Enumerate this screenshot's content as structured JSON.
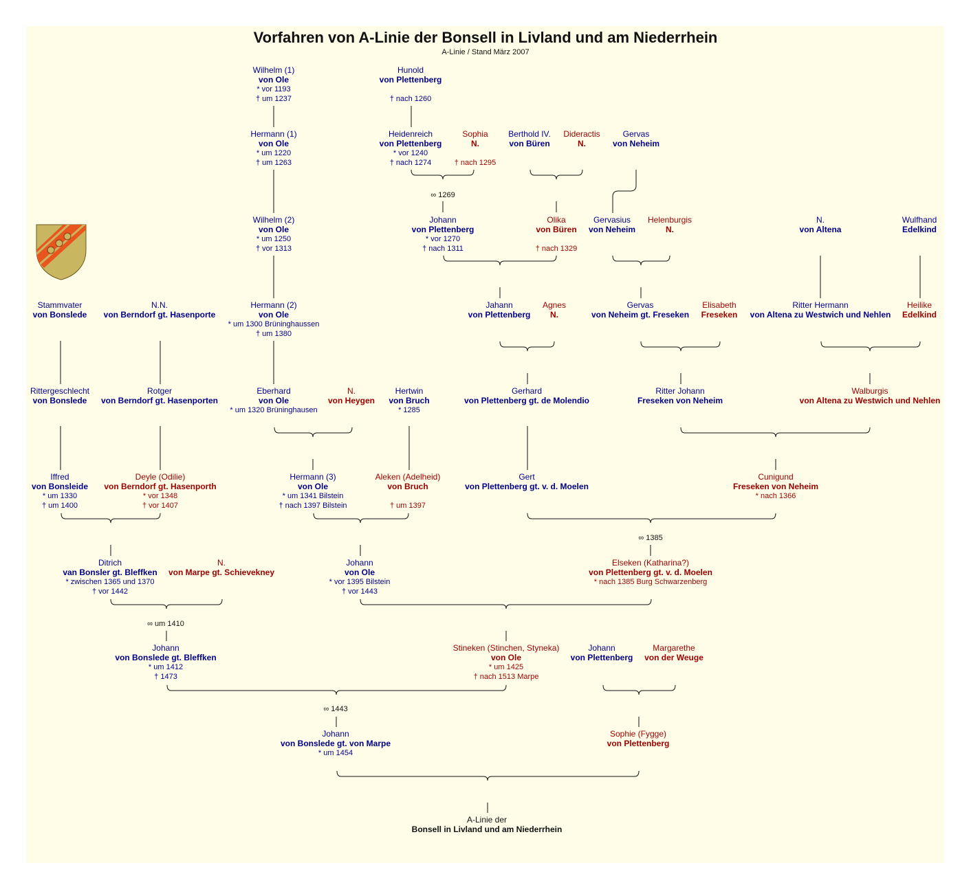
{
  "title": "Vorfahren von A-Linie der Bonsell in Livland und am Niederrhein",
  "subtitle": "A-Linie / Stand März 2007",
  "colors": {
    "male": "#00008b",
    "female": "#9b0000",
    "background": "#fffde7",
    "line": "#111111"
  },
  "persons": [
    {
      "id": "wilhelm1",
      "sex": "m",
      "name": "Wilhelm (1)",
      "family": "von Ole",
      "dates": [
        "* vor 1193",
        "† um 1237"
      ]
    },
    {
      "id": "hunold",
      "sex": "m",
      "name": "Hunold",
      "family": "von Plettenberg",
      "dates": [
        "",
        "† nach 1260"
      ]
    },
    {
      "id": "hermann1",
      "sex": "m",
      "name": "Hermann (1)",
      "family": "von Ole",
      "dates": [
        "* um 1220",
        "† um 1263"
      ]
    },
    {
      "id": "heidenreich",
      "sex": "m",
      "name": "Heidenreich",
      "family": "von Plettenberg",
      "dates": [
        "* vor 1240",
        "† nach 1274"
      ]
    },
    {
      "id": "sophia",
      "sex": "f",
      "name": "Sophia",
      "family": "N.",
      "dates": [
        "",
        "† nach 1295"
      ]
    },
    {
      "id": "berthold",
      "sex": "m",
      "name": "Berthold IV.",
      "family": "von Büren",
      "dates": []
    },
    {
      "id": "dideractis",
      "sex": "f",
      "name": "Dideractis",
      "family": "N.",
      "dates": []
    },
    {
      "id": "gervas1",
      "sex": "m",
      "name": "Gervas",
      "family": "von Neheim",
      "dates": []
    },
    {
      "id": "wilhelm2",
      "sex": "m",
      "name": "Wilhelm (2)",
      "family": "von Ole",
      "dates": [
        "* um 1250",
        "† vor 1313"
      ]
    },
    {
      "id": "johann_pl1",
      "sex": "m",
      "name": "Johann",
      "family": "von Plettenberg",
      "dates": [
        "* vor 1270",
        "† nach 1311"
      ]
    },
    {
      "id": "olika",
      "sex": "f",
      "name": "Olika",
      "family": "von Büren",
      "dates": [
        "",
        "† nach 1329"
      ]
    },
    {
      "id": "gervasius",
      "sex": "m",
      "name": "Gervasius",
      "family": "von Neheim",
      "dates": []
    },
    {
      "id": "helenburgis",
      "sex": "f",
      "name": "Helenburgis",
      "family": "N.",
      "dates": []
    },
    {
      "id": "n_altena",
      "sex": "m",
      "name": "N.",
      "family": "von Altena",
      "dates": []
    },
    {
      "id": "wulfhand",
      "sex": "m",
      "name": "Wulfhand",
      "family": "Edelkind",
      "dates": []
    },
    {
      "id": "stammvater",
      "sex": "m",
      "name": "Stammvater",
      "family": "von Bonslede",
      "dates": []
    },
    {
      "id": "nn_berndorf",
      "sex": "m",
      "name": "N.N.",
      "family": "von Berndorf gt. Hasenporte",
      "dates": []
    },
    {
      "id": "hermann2",
      "sex": "m",
      "name": "Hermann (2)",
      "family": "von Ole",
      "dates": [
        "* um 1300 Brüninghaussen",
        "† um 1380"
      ]
    },
    {
      "id": "jahann",
      "sex": "m",
      "name": "Jahann",
      "family": "von Plettenberg",
      "dates": []
    },
    {
      "id": "agnes",
      "sex": "f",
      "name": "Agnes",
      "family": "N.",
      "dates": []
    },
    {
      "id": "gervas2",
      "sex": "m",
      "name": "Gervas",
      "family": "von Neheim gt. Freseken",
      "dates": []
    },
    {
      "id": "elisabeth",
      "sex": "f",
      "name": "Elisabeth",
      "family": "Freseken",
      "dates": []
    },
    {
      "id": "ritter_hermann",
      "sex": "m",
      "name": "Ritter Hermann",
      "family": "von Altena zu Westwich und Nehlen",
      "dates": []
    },
    {
      "id": "heilike",
      "sex": "f",
      "name": "Heilike",
      "family": "Edelkind",
      "dates": []
    },
    {
      "id": "rittergeschlecht",
      "sex": "m",
      "name": "Rittergeschlecht",
      "family": "von Bonslede",
      "dates": []
    },
    {
      "id": "rotger",
      "sex": "m",
      "name": "Rotger",
      "family": "von Berndorf gt. Hasenporten",
      "dates": []
    },
    {
      "id": "eberhard",
      "sex": "m",
      "name": "Eberhard",
      "family": "von Ole",
      "dates": [
        "* um 1320 Brüninghausen"
      ]
    },
    {
      "id": "n_heygen",
      "sex": "f",
      "name": "N.",
      "family": "von Heygen",
      "dates": []
    },
    {
      "id": "hertwin",
      "sex": "m",
      "name": "Hertwin",
      "family": "von Bruch",
      "dates": [
        "* 1285"
      ]
    },
    {
      "id": "gerhard",
      "sex": "m",
      "name": "Gerhard",
      "family": "von Plettenberg gt. de Molendio",
      "dates": []
    },
    {
      "id": "ritter_johann",
      "sex": "m",
      "name": "Ritter Johann",
      "family": "Freseken von Neheim",
      "dates": []
    },
    {
      "id": "walburgis",
      "sex": "f",
      "name": "Walburgis",
      "family": "von Altena zu Westwich und Nehlen",
      "dates": []
    },
    {
      "id": "iffred",
      "sex": "m",
      "name": "Iffred",
      "family": "von Bonsleide",
      "dates": [
        "* um 1330",
        "† um 1400"
      ]
    },
    {
      "id": "deyle",
      "sex": "f",
      "name": "Deyle (Odilie)",
      "family": "von Berndorf gt. Hasenporth",
      "dates": [
        "* vor 1348",
        "† vor 1407"
      ]
    },
    {
      "id": "hermann3",
      "sex": "m",
      "name": "Hermann (3)",
      "family": "von Ole",
      "dates": [
        "* um 1341 Bilstein",
        "† nach 1397 Bilstein"
      ]
    },
    {
      "id": "aleken",
      "sex": "f",
      "name": "Aleken (Adelheid)",
      "family": "von Bruch",
      "dates": [
        "",
        "† um 1397"
      ]
    },
    {
      "id": "gert",
      "sex": "m",
      "name": "Gert",
      "family": "von Plettenberg gt. v. d. Moelen",
      "dates": []
    },
    {
      "id": "cunigund",
      "sex": "f",
      "name": "Cunigund",
      "family": "Freseken von Neheim",
      "dates": [
        "* nach 1366"
      ]
    },
    {
      "id": "ditrich",
      "sex": "m",
      "name": "Ditrich",
      "family": "van Bonsler gt. Bleffken",
      "dates": [
        "* zwischen 1365 und 1370",
        "† vor 1442"
      ]
    },
    {
      "id": "n_marpe",
      "sex": "f",
      "name": "N.",
      "family": "von Marpe gt. Schievekney",
      "dates": []
    },
    {
      "id": "johann_ole",
      "sex": "m",
      "name": "Johann",
      "family": "von Ole",
      "dates": [
        "* vor 1395 Bilstein",
        "† vor 1443"
      ]
    },
    {
      "id": "elseken",
      "sex": "f",
      "name": "Elseken (Katharina?)",
      "family": "von Plettenberg gt. v. d. Moelen",
      "dates": [
        "* nach 1385 Burg Schwarzenberg"
      ]
    },
    {
      "id": "johann_bleffken",
      "sex": "m",
      "name": "Johann",
      "family": "von Bonslede gt. Bleffken",
      "dates": [
        "* um 1412",
        "† 1473"
      ]
    },
    {
      "id": "stineken",
      "sex": "f",
      "name": "Stineken (Stinchen, Styneka)",
      "family": "von Ole",
      "dates": [
        "* um 1425",
        "† nach 1513 Marpe"
      ]
    },
    {
      "id": "johann_pl2",
      "sex": "m",
      "name": "Johann",
      "family": "von Plettenberg",
      "dates": []
    },
    {
      "id": "margarethe",
      "sex": "f",
      "name": "Margarethe",
      "family": "von der Weuge",
      "dates": []
    },
    {
      "id": "johann_marpe",
      "sex": "m",
      "name": "Johann",
      "family": "von Bonslede gt. von Marpe",
      "dates": [
        "* um 1454"
      ]
    },
    {
      "id": "sophie",
      "sex": "f",
      "name": "Sophie (Fygge)",
      "family": "von Plettenberg",
      "dates": []
    },
    {
      "id": "result",
      "sex": "k",
      "name": "A-Linie der",
      "family": "Bonsell in Livland und am Niederrhein",
      "dates": []
    }
  ],
  "marriages": [
    {
      "id": "mar1269",
      "label": "∞ 1269"
    },
    {
      "id": "mar1385",
      "label": "∞ 1385"
    },
    {
      "id": "mar1410",
      "label": "∞ um 1410"
    },
    {
      "id": "mar1443",
      "label": "∞ 1443"
    }
  ]
}
